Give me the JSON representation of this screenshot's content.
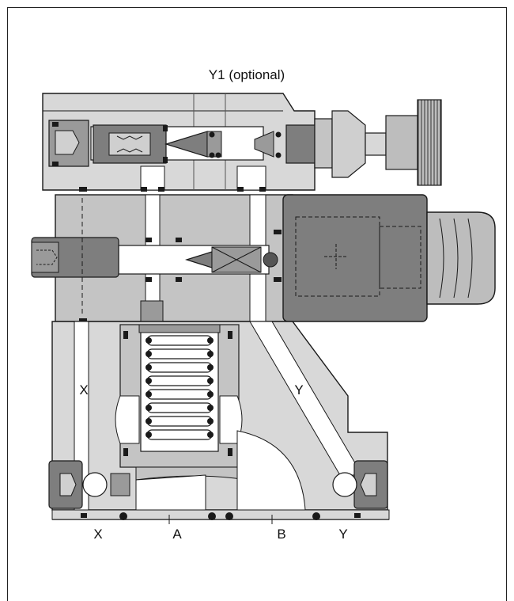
{
  "labels": {
    "y1_optional": "Y1 (optional)",
    "channel_x": "X",
    "channel_y": "Y",
    "port_x": "X",
    "port_a": "A",
    "port_b": "B",
    "port_y": "Y"
  },
  "colors": {
    "body_light": "#d9d9d9",
    "body_mid": "#c4c4c4",
    "body_dark": "#7e7e7e",
    "outline": "#1a1a1a",
    "seal": "#1a1a1a"
  }
}
